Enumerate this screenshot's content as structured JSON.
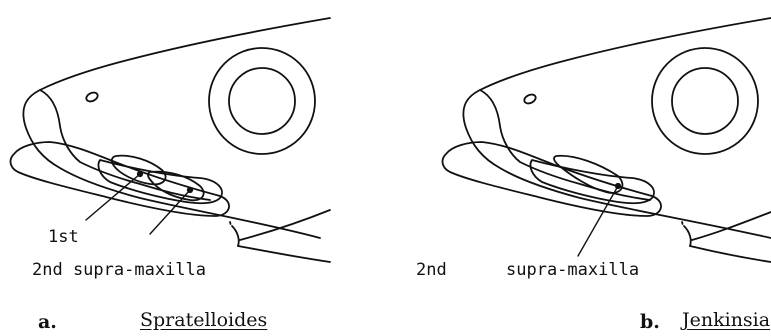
{
  "figure": {
    "panel_a": {
      "letter": "a.",
      "genus": "Spratelloides",
      "label_1st": "1st",
      "label_2nd": "2nd supra-maxilla"
    },
    "panel_b": {
      "letter": "b.",
      "genus": "Jenkinsia",
      "label_2nd": "2nd",
      "label_supra": "supra-maxilla"
    },
    "colors": {
      "stroke": "#111111",
      "background": "#ffffff"
    }
  }
}
